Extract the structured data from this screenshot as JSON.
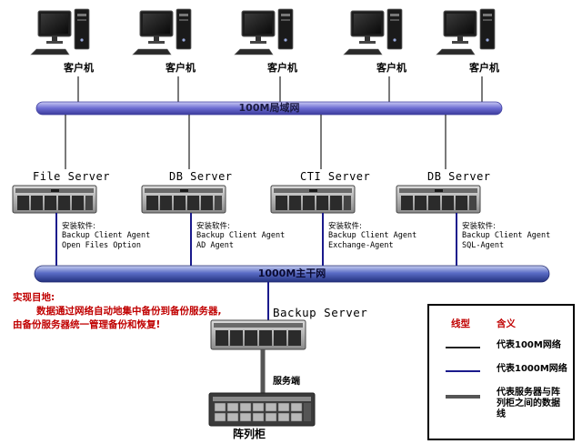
{
  "clients": [
    {
      "label": "客户机"
    },
    {
      "label": "客户机"
    },
    {
      "label": "客户机"
    },
    {
      "label": "客户机"
    },
    {
      "label": "客户机"
    }
  ],
  "lan_bus": {
    "label": "100M局域网"
  },
  "servers": [
    {
      "name": "File Server",
      "sw_title": "安装软件:",
      "sw_line1": "Backup Client Agent",
      "sw_line2": "Open Files Option"
    },
    {
      "name": "DB Server",
      "sw_title": "安装软件:",
      "sw_line1": "Backup Client Agent",
      "sw_line2": "AD Agent"
    },
    {
      "name": "CTI Server",
      "sw_title": "安装软件:",
      "sw_line1": "Backup Client Agent",
      "sw_line2": "Exchange-Agent"
    },
    {
      "name": "DB Server",
      "sw_title": "安装软件:",
      "sw_line1": "Backup Client Agent",
      "sw_line2": "SQL-Agent"
    }
  ],
  "backbone": {
    "label": "1000M主干网"
  },
  "goal": {
    "title": "实现目地:",
    "line1": "数据通过网络自动地集中备份到备份服务器,",
    "line2": "由备份服务器统一管理备份和恢复!"
  },
  "backup_server": {
    "name": "Backup Server",
    "service_label": "服务端"
  },
  "array": {
    "label": "阵列柜"
  },
  "legend": {
    "col_type": "线型",
    "col_meaning": "含义",
    "items": [
      {
        "label": "代表100M网络",
        "color": "#222222"
      },
      {
        "label": "代表1000M网络",
        "color": "#1a1a8c"
      },
      {
        "label": "代表服务器与阵列柜之间的数据线",
        "color": "#555555"
      }
    ]
  },
  "colors": {
    "lan_bus": "#7a7ad8",
    "backbone": "#3a4ca8",
    "net100": "#222222",
    "net1000": "#1a1a8c",
    "goal_text": "#c00000"
  }
}
